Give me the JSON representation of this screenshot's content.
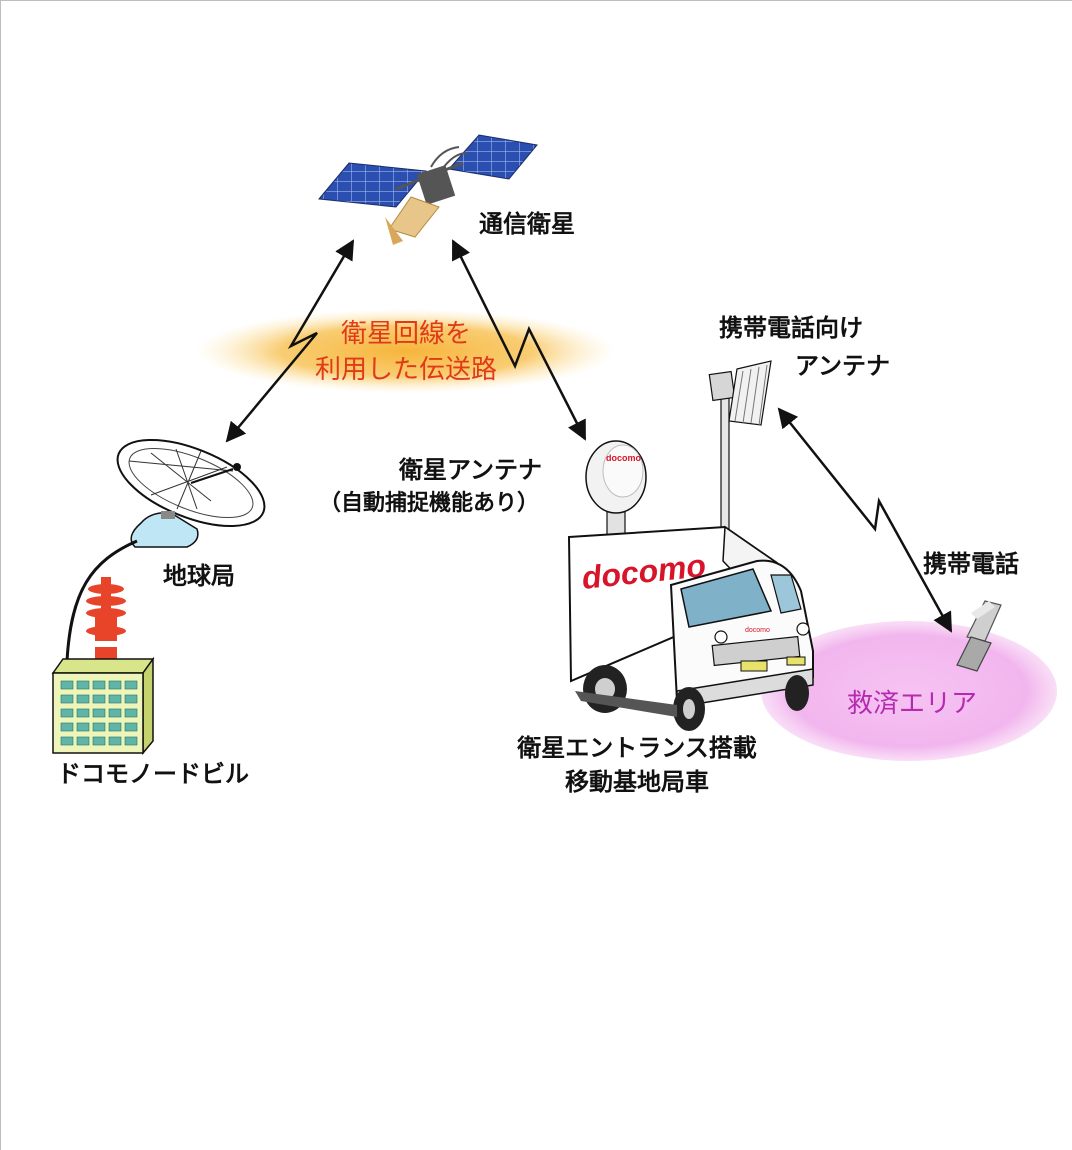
{
  "labels": {
    "satellite": "通信衛星",
    "band_line1": "衛星回線を",
    "band_line2": "利用した伝送路",
    "mobile_antenna_line1": "携帯電話向け",
    "mobile_antenna_line2": "アンテナ",
    "sat_antenna_line1": "衛星アンテナ",
    "sat_antenna_line2": "（自動捕捉機能あり）",
    "earth_station": "地球局",
    "node_building": "ドコモノードビル",
    "mobile_phone": "携帯電話",
    "rescue_area": "救済エリア",
    "vehicle_line1": "衛星エントランス搭載",
    "vehicle_line2": "移動基地局車",
    "brand_logo": "docomo",
    "dish_logo": "docomo",
    "panel_logo": "docomo"
  },
  "colors": {
    "band_glow": "#f6b53a",
    "band_text": "#e03a1a",
    "rescue_fill": "#f2b6ee",
    "rescue_text": "#b52bb0",
    "brand_red": "#d8142a",
    "building_green": "#eef5b8",
    "tower_red": "#e8442a"
  },
  "icons": [
    "satellite-icon",
    "earth-station-dish-icon",
    "node-building-icon",
    "truck-icon",
    "satellite-antenna-icon",
    "cell-antenna-icon",
    "mobile-phone-icon"
  ]
}
